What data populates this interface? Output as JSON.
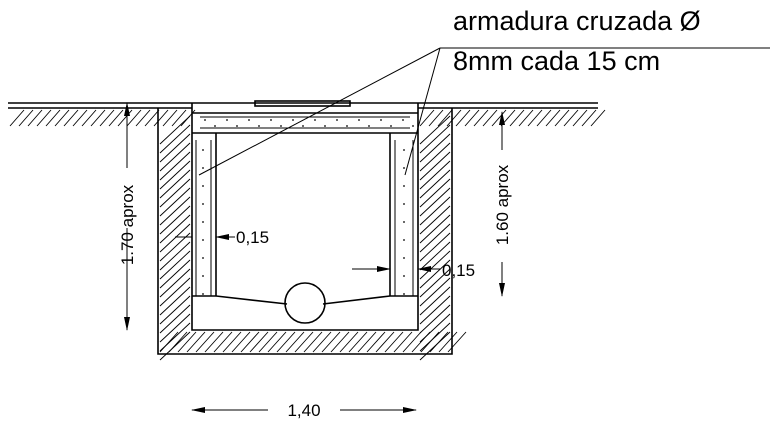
{
  "annotation": {
    "line1": "armadura cruzada Ø",
    "line2": "8mm cada 15 cm"
  },
  "dimensions": {
    "depth_outer": "1.70 aprox",
    "depth_inner": "1.60 aprox",
    "wall_left": "0,15",
    "wall_right": "0,15",
    "width": "1,40"
  }
}
